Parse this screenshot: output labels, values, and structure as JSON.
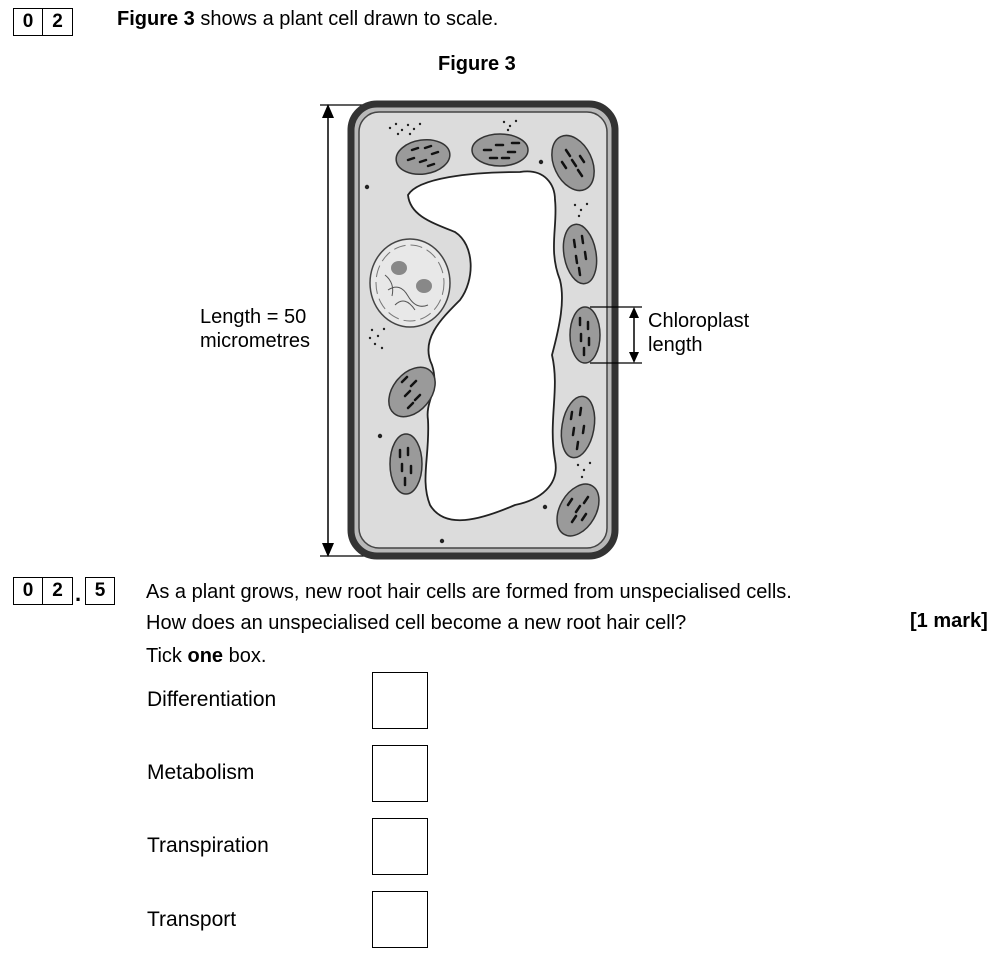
{
  "question": {
    "number_digits": [
      "0",
      "2"
    ],
    "intro_bold": "Figure 3",
    "intro_rest": " shows a plant cell drawn to scale."
  },
  "figure": {
    "title": "Figure 3",
    "length_label_line1": "Length = 50",
    "length_label_line2": "micrometres",
    "chloroplast_label_line1": "Chloroplast",
    "chloroplast_label_line2": "length"
  },
  "subquestion": {
    "number_digits": [
      "0",
      "2",
      "5"
    ],
    "line1": "As a plant grows, new root hair cells are formed from unspecialised cells.",
    "line2": "How does an unspecialised cell become a new root hair cell?",
    "marks": "[1 mark]",
    "instruction_pre": "Tick ",
    "instruction_bold": "one",
    "instruction_post": " box.",
    "options": [
      {
        "label": "Differentiation"
      },
      {
        "label": "Metabolism"
      },
      {
        "label": "Transpiration"
      },
      {
        "label": "Transport"
      }
    ]
  }
}
